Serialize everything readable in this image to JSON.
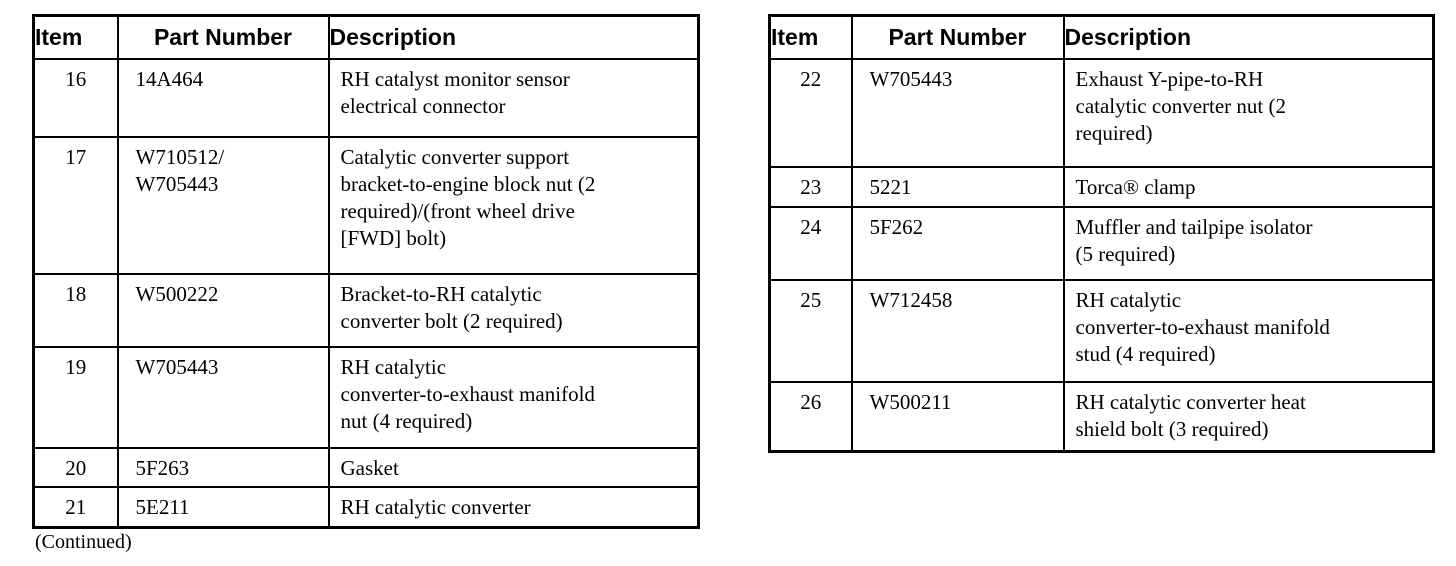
{
  "document": {
    "continued_label": "(Continued)",
    "colors": {
      "text": "#000000",
      "border": "#000000",
      "background": "#ffffff"
    }
  },
  "tables": [
    {
      "name": "parts-table-left",
      "headers": {
        "item": "Item",
        "part_number": "Part Number",
        "description": "Description"
      },
      "rows": [
        {
          "item": "16",
          "part_number": "14A464",
          "description": "RH catalyst monitor sensor\nelectrical connector"
        },
        {
          "item": "17",
          "part_number": "W710512/\nW705443",
          "description": "Catalytic converter support\nbracket-to-engine block nut (2\nrequired)/(front wheel drive\n[FWD] bolt)"
        },
        {
          "item": "18",
          "part_number": "W500222",
          "description": "Bracket-to-RH catalytic\nconverter bolt (2 required)"
        },
        {
          "item": "19",
          "part_number": "W705443",
          "description": "RH catalytic\nconverter-to-exhaust manifold\nnut (4 required)"
        },
        {
          "item": "20",
          "part_number": "5F263",
          "description": "Gasket"
        },
        {
          "item": "21",
          "part_number": "5E211",
          "description": "RH catalytic converter"
        }
      ]
    },
    {
      "name": "parts-table-right",
      "headers": {
        "item": "Item",
        "part_number": "Part Number",
        "description": "Description"
      },
      "rows": [
        {
          "item": "22",
          "part_number": "W705443",
          "description": "Exhaust Y-pipe-to-RH\ncatalytic converter nut (2\nrequired)"
        },
        {
          "item": "23",
          "part_number": "5221",
          "description": "Torca® clamp"
        },
        {
          "item": "24",
          "part_number": "5F262",
          "description": "Muffler and tailpipe isolator\n(5 required)"
        },
        {
          "item": "25",
          "part_number": "W712458",
          "description": "RH catalytic\nconverter-to-exhaust manifold\nstud (4 required)"
        },
        {
          "item": "26",
          "part_number": "W500211",
          "description": "RH catalytic converter heat\nshield bolt (3 required)"
        }
      ]
    }
  ]
}
